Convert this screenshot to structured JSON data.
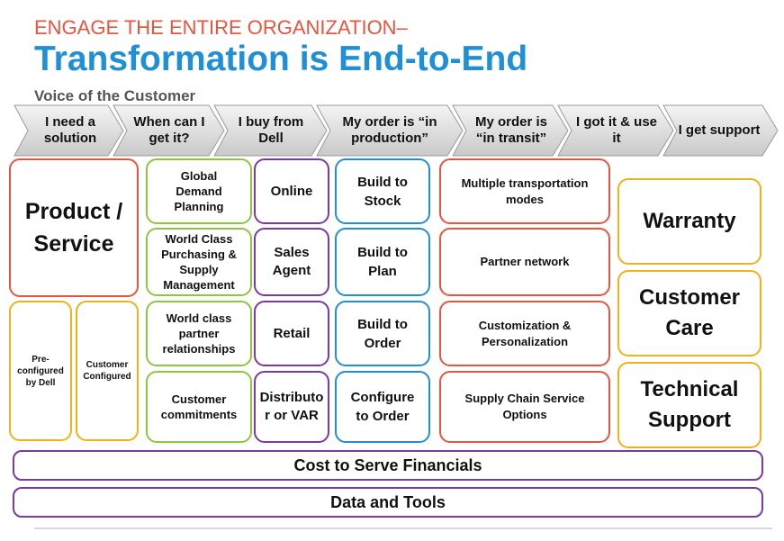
{
  "header": {
    "subtitle": "ENGAGE THE ENTIRE ORGANIZATION–",
    "title": "Transformation is End-to-End",
    "section_label": "Voice of the Customer"
  },
  "journey_steps": [
    "I need a solution",
    "When can I get it?",
    "I buy from Dell",
    "My order is “in production”",
    "My order is “in transit”",
    "I got it & use it",
    "I get support"
  ],
  "product": {
    "main": "Product / Service",
    "preconfigured": "Pre-configured by Dell",
    "customer_configured": "Customer Configured"
  },
  "planning": [
    "Global Demand Planning",
    "World Class Purchasing & Supply Management",
    "World class partner relationships",
    "Customer commitments"
  ],
  "channels": [
    "Online",
    "Sales Agent",
    "Retail",
    "Distributor or VAR"
  ],
  "build": [
    "Build to Stock",
    "Build to Plan",
    "Build to Order",
    "Configure to Order"
  ],
  "transit": [
    "Multiple transportation modes",
    "Partner network",
    "Customization & Personalization",
    "Supply Chain Service Options"
  ],
  "support": [
    "Warranty",
    "Customer Care",
    "Technical Support"
  ],
  "bars": {
    "financials": "Cost to Serve Financials",
    "data_tools": "Data and Tools"
  },
  "colors": {
    "title_red": "#e8553e",
    "title_blue": "#1f8fd6",
    "red": "#e8553e",
    "orange": "#f0b21a",
    "green": "#8dc63f",
    "purple": "#7a3aa0",
    "blue": "#1f8fd6"
  }
}
